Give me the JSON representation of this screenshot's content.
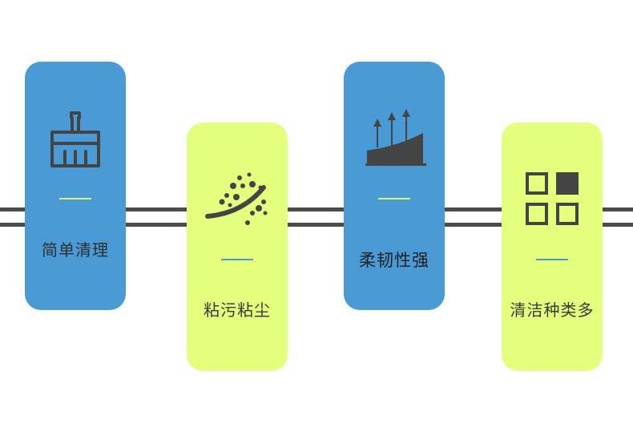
{
  "colors": {
    "blue": "#4a9ad5",
    "lime": "#e4ff7e",
    "rail": "#4b4b4b",
    "icon": "#444444"
  },
  "cards": [
    {
      "label": "简单清理",
      "icon": "brush-icon",
      "theme": "blue"
    },
    {
      "label": "粘污粘尘",
      "icon": "dust-particles-icon",
      "theme": "lime"
    },
    {
      "label": "柔韧性强",
      "icon": "flexible-surface-arrows-icon",
      "theme": "blue"
    },
    {
      "label": "清洁种类多",
      "icon": "grid-squares-icon",
      "theme": "lime"
    }
  ]
}
